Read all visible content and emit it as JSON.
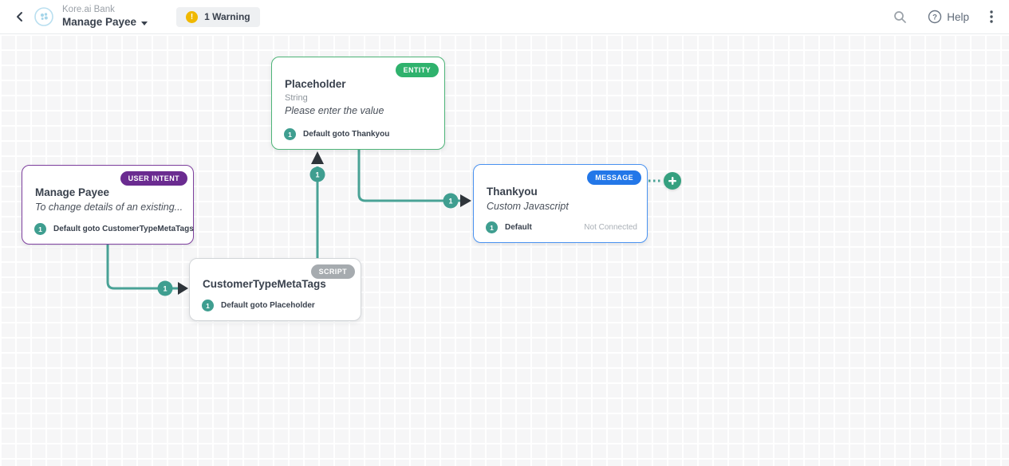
{
  "header": {
    "app_name": "Kore.ai Bank",
    "task_name": "Manage Payee",
    "warning_label": "1 Warning",
    "help_label": "Help"
  },
  "icons": {
    "warning_mark": "!",
    "help_question": "?"
  },
  "colors": {
    "connector_teal": "#49a296",
    "arrowhead_dark": "#2e343a",
    "entity_green": "#2fb26d",
    "user_intent_purple": "#6a2b90",
    "script_gray": "#a6abaf",
    "message_blue": "#2377e8",
    "warning_yellow": "#f0b800",
    "plus_button_green": "#35a07f",
    "canvas_background": "#f6f6f7"
  },
  "canvas": {
    "nodes": [
      {
        "title": "Placeholder",
        "type_badge": "ENTITY",
        "subtitle": "String",
        "description": "Please enter the value",
        "transition": {
          "seq": "1",
          "label": "Default goto Thankyou"
        }
      },
      {
        "title": "Manage Payee",
        "type_badge": "USER INTENT",
        "description": "To change details of an existing...",
        "transition": {
          "seq": "1",
          "label": "Default goto CustomerTypeMetaTags"
        }
      },
      {
        "title": "CustomerTypeMetaTags",
        "type_badge": "SCRIPT",
        "transition": {
          "seq": "1",
          "label": "Default goto Placeholder"
        }
      },
      {
        "title": "Thankyou",
        "type_badge": "MESSAGE",
        "description": "Custom Javascript",
        "transition": {
          "seq": "1",
          "label": "Default",
          "status": "Not Connected"
        }
      }
    ],
    "connections": [
      {
        "from": "Manage Payee",
        "to": "CustomerTypeMetaTags",
        "label": "1"
      },
      {
        "from": "CustomerTypeMetaTags",
        "to": "Placeholder",
        "label": "1"
      },
      {
        "from": "Placeholder",
        "to": "Thankyou",
        "label": "1"
      }
    ]
  }
}
